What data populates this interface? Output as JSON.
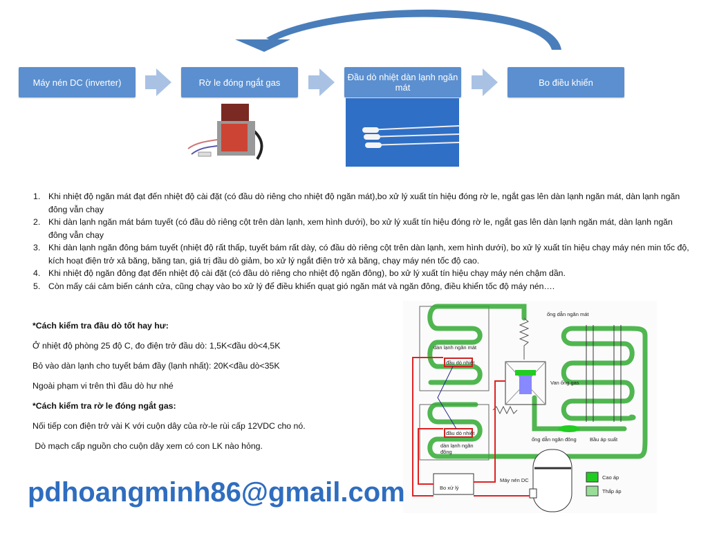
{
  "flow": {
    "steps": [
      "Máy nén DC (inverter)",
      "Rờ le đóng ngắt gas",
      "Đầu dò nhiệt dàn lạnh ngăn mát",
      "Bo điều khiển"
    ],
    "colors": {
      "box": "#5b8fcf",
      "arrow": "#a9c2e4",
      "curve_arrow": "#4a7ebb"
    }
  },
  "list": [
    {
      "n": "1.",
      "text": "Khi nhiệt độ ngăn mát đạt đến nhiệt độ cài đặt (có đầu dò riêng cho nhiệt độ ngăn  mát),bo xử lý xuất tín hiệu đóng rờ le, ngắt gas lên dàn lạnh ngăn mát, dàn lạnh ngăn đông vẫn chạy"
    },
    {
      "n": "2.",
      "text": "Khi dàn lạnh ngăn mát bám tuyết (có đầu dò riêng cột trên dàn lạnh, xem hình dưới), bo xử lý xuất tín hiệu đóng rờ le, ngắt gas lên dàn lạnh ngăn mát, dàn lạnh ngăn đông vẫn chạy"
    },
    {
      "n": "3.",
      "text": "Khi dàn lạnh ngăn đông bám tuyết (nhiệt độ rất thấp, tuyết bám rất dày, có đầu dò riêng cột trên dàn lạnh, xem hình dưới), bo xử lý xuất tín hiệu chạy máy nén min tốc độ, kích hoạt điện trở xả băng, băng tan, giá trị đầu dò giảm, bo xử lý ngắt điện trở xả băng, chạy máy nén tốc độ cao."
    },
    {
      "n": "4.",
      "text": "Khi nhiệt độ ngăn đông đạt đến nhiệt độ cài đặt (có đầu dò riêng cho nhiệt độ ngăn đông), bo xử lý xuất tín hiệu chạy máy nén chậm dần."
    },
    {
      "n": "5.",
      "text": "Còn mấy cái cảm biến cánh cửa, cũng chạy vào bo xử lý để điều khiển quạt gió ngăn mát và ngăn đông, điều khiển tốc độ máy nén…."
    }
  ],
  "sections": {
    "probe_heading": "*Cách kiểm tra đầu dò tốt hay hư:",
    "probe_1": "Ở nhiệt độ phòng 25 độ C, đo điện trở đầu dò:  1,5K<đầu dò<4,5K",
    "probe_2": "Bỏ vào dàn lạnh cho tuyết bám đầy (lạnh nhất): 20K<đầu dò<35K",
    "probe_3": "Ngoài phạm vi trên thì đầu dò hư nhé",
    "relay_heading": "*Cách kiểm tra rờ le đóng ngắt gas:",
    "relay_1": "Nối tiếp con điện trở vài K với cuộn dây của rờ-le rùi cấp 12VDC cho nó.",
    "relay_2": " Dò mạch cấp nguồn cho cuộn dây xem có con LK nào hỏng."
  },
  "diagram": {
    "pipe_cool": "ống dẫn ngăn mát",
    "evap_cool": "dàn lạnh ngăn mát",
    "probe_top": "đầu dò nhiệt",
    "valve": "Van ống gas",
    "probe_bottom": "đầu dò nhiệt",
    "evap_freeze_1": "dàn lạnh ngăn",
    "evap_freeze_2": "đông",
    "pipe_freeze": "ống dẫn ngăn đông",
    "filter": "Bầu áp suất",
    "compressor": "Máy nén DC",
    "board": "Bo xử lý",
    "legend_high": "Cao áp",
    "legend_low": "Thấp áp",
    "colors": {
      "high": "#22cc22",
      "low": "#99dd99",
      "wire": "#dd2222"
    }
  },
  "watermark": "pdhoangminh86@gmail.com"
}
